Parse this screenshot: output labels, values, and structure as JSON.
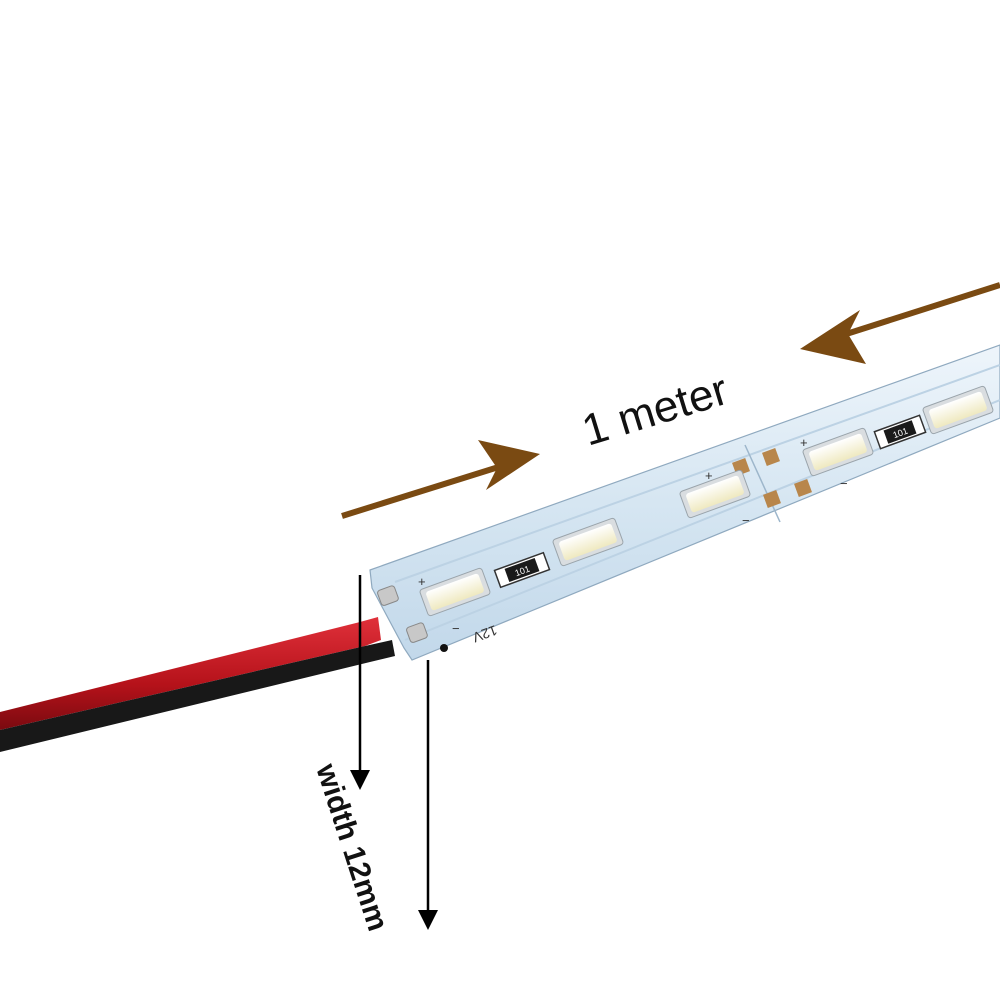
{
  "annotations": {
    "length_label": "1 meter",
    "width_label": "width 12mm"
  },
  "pcb_text": {
    "voltage": "12V",
    "plus": "+",
    "minus": "−",
    "resistor_code": "101"
  },
  "colors": {
    "arrow": "#7a4a12",
    "pcb": "#dbe8f3",
    "led": "#f6f4d8",
    "wire_red": "#c0151c",
    "wire_black": "#1a1a1a",
    "dimension_line": "#000000"
  }
}
